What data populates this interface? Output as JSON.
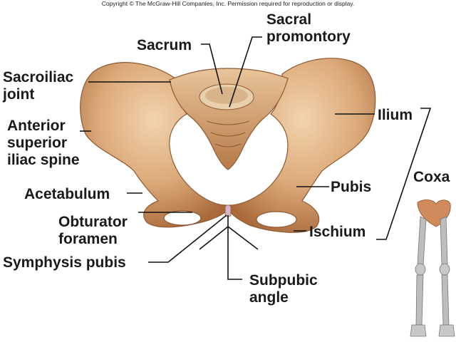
{
  "copyright": "Copyright © The McGraw-Hill Companies, Inc. Permission required for reproduction or display.",
  "labels": {
    "sacrum": "Sacrum",
    "sacral_promontory_1": "Sacral",
    "sacral_promontory_2": "promontory",
    "sacroiliac_joint_1": "Sacroiliac",
    "sacroiliac_joint_2": "joint",
    "asis_1": "Anterior",
    "asis_2": "superior",
    "asis_3": "iliac spine",
    "acetabulum": "Acetabulum",
    "obturator_foramen_1": "Obturator",
    "obturator_foramen_2": "foramen",
    "symphysis_pubis": "Symphysis pubis",
    "subpubic_angle_1": "Subpubic",
    "subpubic_angle_2": "angle",
    "ilium": "Ilium",
    "pubis": "Pubis",
    "ischium": "Ischium",
    "coxa": "Coxa"
  },
  "colors": {
    "bone": "#d9a87a",
    "bone_light": "#efc9a0",
    "bone_shadow": "#a8693c",
    "skeleton": "#b9b9b9",
    "skeleton_pelvis": "#d08a5c",
    "label": "#1a1a1a"
  }
}
